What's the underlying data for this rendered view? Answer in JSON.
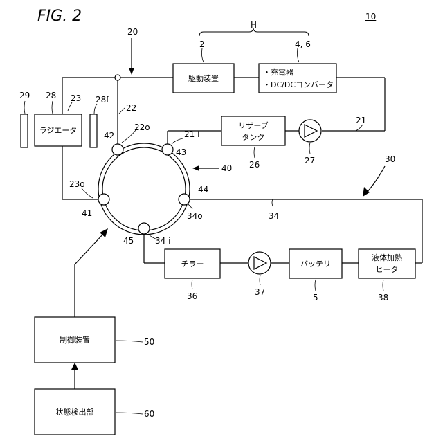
{
  "figure": {
    "title": "FIG. 2",
    "system_ref": "10",
    "group_label": "H",
    "boxes": {
      "drive": "駆動装置",
      "charger_line1": "・充電器",
      "charger_line2": "・DC/DCコンバータ",
      "radiator": "ラジエータ",
      "reserve_line1": "リザーブ",
      "reserve_line2": "タンク",
      "chiller": "チラー",
      "battery": "バッテリ",
      "heater_line1": "液体加熱",
      "heater_line2": "ヒータ",
      "controller": "制御装置",
      "detector": "状態検出部"
    },
    "refs": {
      "r20": "20",
      "r2": "2",
      "r46": "4, 6",
      "r29": "29",
      "r28": "28",
      "r28f": "28f",
      "r23": "23",
      "r22": "22",
      "r22o": "22o",
      "r42": "42",
      "r21i": "21 i",
      "r43": "43",
      "r21": "21",
      "r26": "26",
      "r27": "27",
      "r40": "40",
      "r30": "30",
      "r23o": "23o",
      "r44": "44",
      "r41": "41",
      "r34o": "34o",
      "r34": "34",
      "r45": "45",
      "r34i": "34 i",
      "r36": "36",
      "r37": "37",
      "r5": "5",
      "r38": "38",
      "r50": "50",
      "r60": "60"
    }
  }
}
